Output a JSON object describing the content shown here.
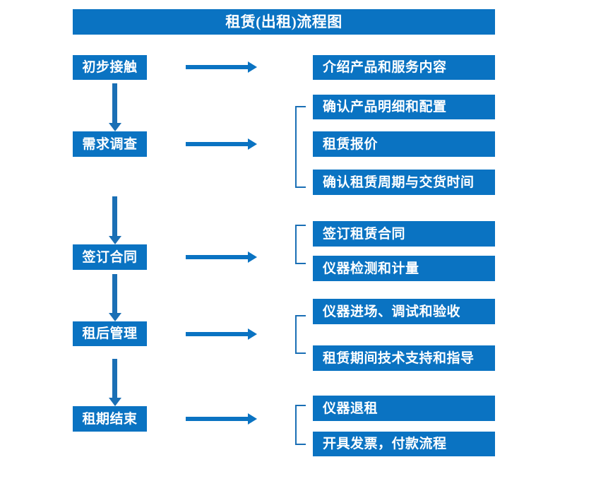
{
  "diagram": {
    "title": "租赁(出租)流程图",
    "accent_color": "#0a73c2",
    "arrow_color": "#1a6fb5",
    "background_color": "#ffffff",
    "text_color": "#ffffff"
  },
  "stages": [
    {
      "label": "初步接触"
    },
    {
      "label": "需求调查"
    },
    {
      "label": "签订合同"
    },
    {
      "label": "租后管理"
    },
    {
      "label": "租期结束"
    }
  ],
  "details": {
    "group1": [
      {
        "label": "介绍产品和服务内容"
      }
    ],
    "group2": [
      {
        "label": "确认产品明细和配置"
      },
      {
        "label": "租赁报价"
      },
      {
        "label": "确认租赁周期与交货时间"
      }
    ],
    "group3": [
      {
        "label": "签订租赁合同"
      },
      {
        "label": "仪器检测和计量"
      }
    ],
    "group4": [
      {
        "label": "仪器进场、调试和验收"
      },
      {
        "label": "租赁期间技术支持和指导"
      }
    ],
    "group5": [
      {
        "label": "仪器退租"
      },
      {
        "label": "开具发票，付款流程"
      }
    ]
  }
}
